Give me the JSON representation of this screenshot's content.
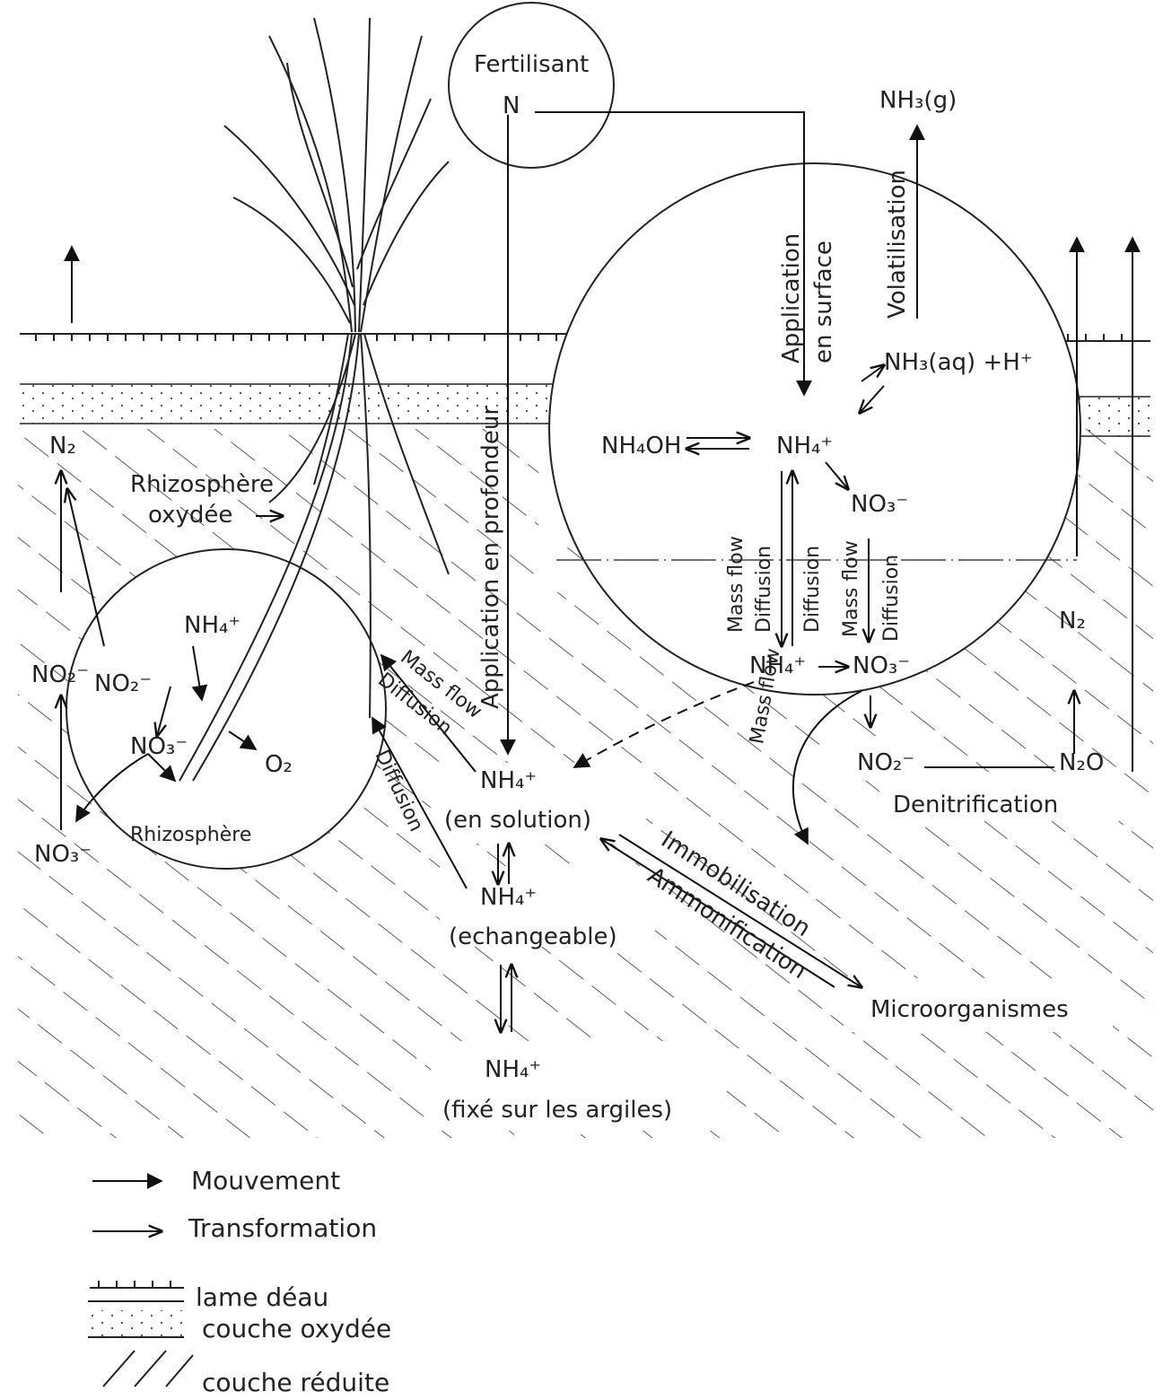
{
  "labels": {
    "fertilisant": "Fertilisant",
    "n": "N",
    "nh3g": "NH₃(g)",
    "volatilisation": "Volatilisation",
    "application_surface_1": "Application",
    "application_surface_2": "en surface",
    "application_profondeur": "Application en profondeur",
    "nh3aq": "NH₃(aq) +H⁺",
    "nh4oh": "NH₄OH",
    "nh4_top": "NH₄⁺",
    "no3_top": "NO₃⁻",
    "mass_flow_a": "Mass flow",
    "diffusion_a": "Diffusion",
    "diffusion_b": "Diffusion",
    "mass_flow_b": "Mass flow",
    "diffusion_c": "Diffusion",
    "nh4_mid": "NH₄⁺",
    "no3_mid": "NO₃⁻",
    "no2_right": "NO₂⁻",
    "n2o": "N₂O",
    "n2_right": "N₂",
    "denitrification": "Denitrification",
    "n2_left": "N₂",
    "rhizosphere_oxydee_1": "Rhizosphère",
    "rhizosphere_oxydee_2": "oxydée",
    "no2_left": "NO₂⁻",
    "no2_inner": "NO₂⁻",
    "nh4_inner": "NH₄⁺",
    "no3_inner": "NO₃⁻",
    "o2": "O₂",
    "rhizosphere": "Rhizosphère",
    "no3_left": "NO₃⁻",
    "mass_flow_root": "Mass flow",
    "diffusion_root_1": "Diffusion",
    "diffusion_root_2": "Diffusion",
    "nh4_solution": "NH₄⁺",
    "en_solution": "(en solution)",
    "nh4_echangeable": "NH₄⁺",
    "echangeable": "(echangeable)",
    "nh4_fixe": "NH₄⁺",
    "fixe_argiles": "(fixé sur les argiles)",
    "mass_flow_down": "Mass flow",
    "immobilisation": "Immobilisation",
    "ammonification": "Ammonification",
    "microorganismes": "Microorganismes"
  },
  "legend": {
    "mouvement": "Mouvement",
    "transformation": "Transformation",
    "lame_eau": "lame déau",
    "couche_oxydee": "couche oxydée",
    "couche_reduite": "couche réduite"
  }
}
